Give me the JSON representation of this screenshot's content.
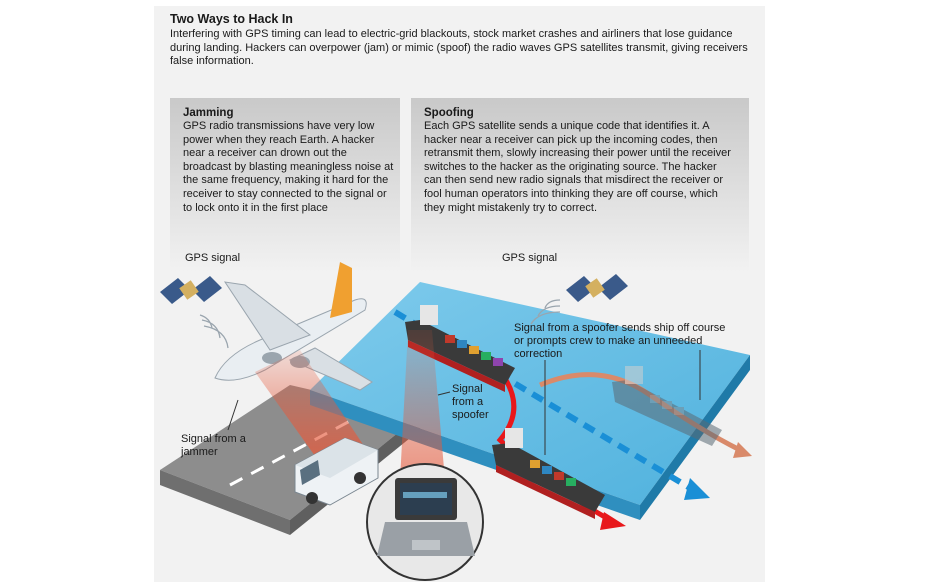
{
  "title": "Two Ways to Hack In",
  "intro": "Interfering with GPS timing can lead to electric-grid blackouts, stock market crashes and airliners that lose guidance during landing. Hackers can overpower (jam) or mimic (spoof) the radio waves GPS satellites transmit, giving receivers false information.",
  "jamming": {
    "title": "Jamming",
    "body": "GPS radio transmissions have very low power when they reach Earth. A hacker near a receiver can drown out the broadcast by blasting meaningless noise at the same frequency, making it hard for the receiver to stay connected to the signal or to lock onto it in the first place"
  },
  "spoofing": {
    "title": "Spoofing",
    "body": "Each GPS satellite sends a unique code that identifies it. A hacker near a receiver can pick up the incoming codes, then retransmit them, slowly increasing their power until the receiver switches to the hacker as the originating source. The hacker can then send new radio signals that misdirect the receiver or fool human operators into thinking they are off course, which they might mistakenly try to correct."
  },
  "labels": {
    "gps_signal_left": "GPS signal",
    "gps_signal_right": "GPS signal",
    "jammer": "Signal from a jammer",
    "spoofer": "Signal from a spoofer",
    "ship_off_course": "Signal from a spoofer sends ship off course or prompts crew to make an unneeded correction"
  },
  "colors": {
    "ocean": "#5cb8e0",
    "true_course": "#1a8fd6",
    "spoofed_course": "#e8181b",
    "correction_path": "#d98a6a",
    "road": "#8a8a8a",
    "grass": "#9ab585",
    "signal": "#e55a3c"
  }
}
